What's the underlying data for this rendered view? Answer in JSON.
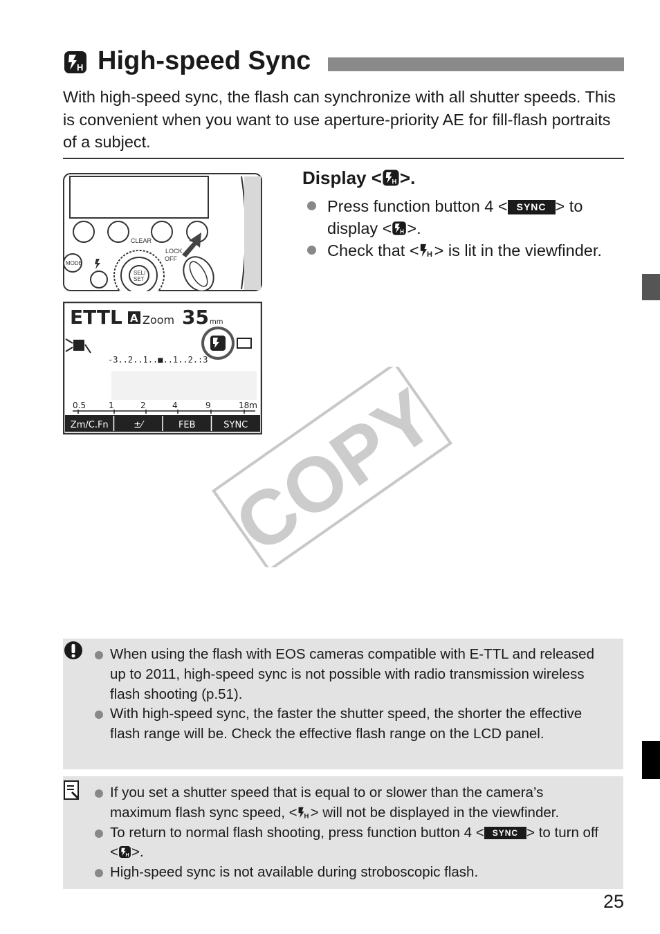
{
  "title": {
    "text": "High-speed Sync",
    "icon": "high-speed-sync-icon"
  },
  "intro": "With high-speed sync, the flash can synchronize with all shutter speeds. This is convenient when you want to use aperture-priority AE for fill-flash portraits of a subject.",
  "step": {
    "heading_prefix": "Display <",
    "heading_suffix": ">.",
    "bullets": [
      {
        "pre": "Press function button 4 <",
        "badge": "SYNC",
        "post": "> to display <",
        "end": ">."
      },
      {
        "pre": "Check that <",
        "post": "> is lit in the viewfinder."
      }
    ]
  },
  "flash_unit": {
    "clear_label": "CLEAR",
    "lock_label": "LOCK",
    "off_label": "OFF",
    "mode_label": "MODE",
    "sel_label": "SEL/",
    "set_label": "SET"
  },
  "lcd": {
    "mode": "ETTL",
    "zoom_label": "Zoom",
    "zoom_mode": "A",
    "focal_length": "35",
    "focal_unit": "mm",
    "scale": "-3..2..1..■..1..2.:3",
    "distances": [
      "0.5",
      "1",
      "2",
      "4",
      "9",
      "18m"
    ],
    "function_buttons": [
      "Zm/C.Fn",
      "±⁄",
      "FEB",
      "SYNC"
    ]
  },
  "watermark": "COPY",
  "caution": {
    "icon": "caution-icon",
    "items": [
      "When using the flash with EOS cameras compatible with E-TTL and released up to 2011, high-speed sync is not possible with radio transmission wireless flash shooting (p.51).",
      "With high-speed sync, the faster the shutter speed, the shorter the effective flash range will be. Check the effective flash range on the LCD panel."
    ]
  },
  "memo": {
    "icon": "memo-icon",
    "item1_pre": "If you set a shutter speed that is equal to or slower than the camera’s maximum flash sync speed, <",
    "item1_post": "> will not be displayed in the viewfinder.",
    "item2_pre": "To return to normal flash shooting, press function button 4 <",
    "item2_badge": "SYNC",
    "item2_mid": "> to turn off <",
    "item2_end": ">.",
    "item3": "High-speed sync is not available during stroboscopic flash."
  },
  "page_number": "25",
  "colors": {
    "title_bar": "#8a8a8a",
    "note_bg": "#e3e3e3",
    "side_tab_gray": "#555555",
    "side_tab_black": "#000000"
  }
}
